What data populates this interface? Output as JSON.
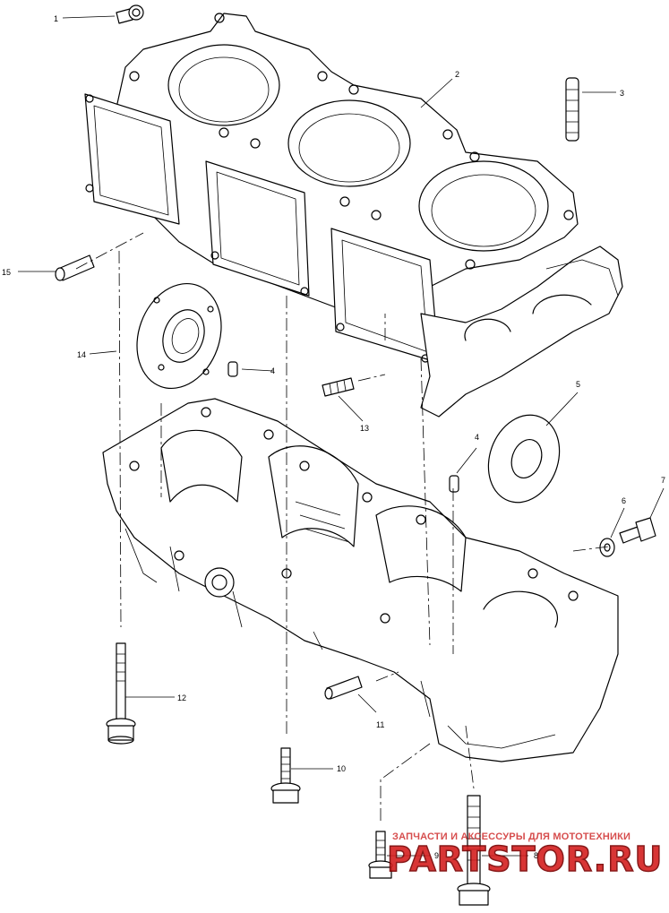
{
  "diagram": {
    "callouts": [
      {
        "id": "callout-1",
        "label": "1"
      },
      {
        "id": "callout-2",
        "label": "2"
      },
      {
        "id": "callout-3",
        "label": "3"
      },
      {
        "id": "callout-4a",
        "label": "4"
      },
      {
        "id": "callout-4b",
        "label": "4"
      },
      {
        "id": "callout-5",
        "label": "5"
      },
      {
        "id": "callout-6",
        "label": "6"
      },
      {
        "id": "callout-7",
        "label": "7"
      },
      {
        "id": "callout-8",
        "label": "8"
      },
      {
        "id": "callout-9",
        "label": "9"
      },
      {
        "id": "callout-10",
        "label": "10"
      },
      {
        "id": "callout-11",
        "label": "11"
      },
      {
        "id": "callout-12",
        "label": "12"
      },
      {
        "id": "callout-13",
        "label": "13"
      },
      {
        "id": "callout-14",
        "label": "14"
      },
      {
        "id": "callout-15",
        "label": "15"
      }
    ]
  },
  "watermark": {
    "line1": "ЗАПЧАСТИ И АКСЕССУРЫ ДЛЯ МОТОТЕХНИКИ",
    "line2": "PARTSTOR.RU"
  }
}
